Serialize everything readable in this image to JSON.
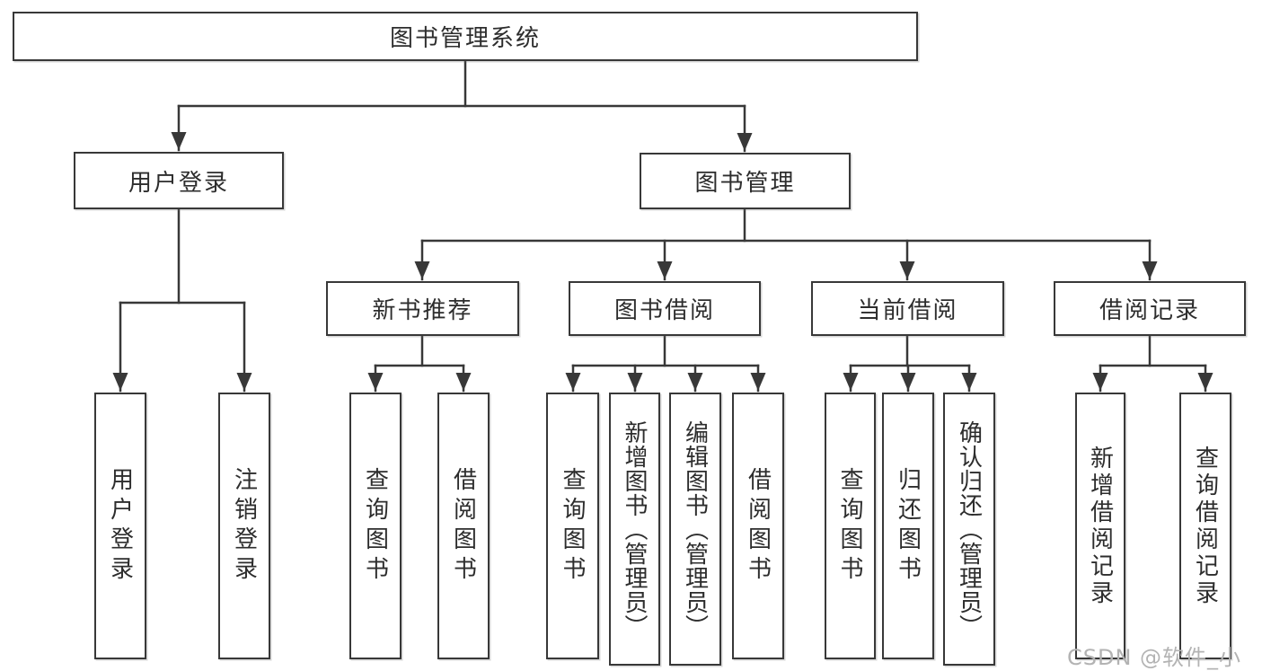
{
  "diagram": {
    "root": "图书管理系统",
    "branches": [
      {
        "label": "用户登录",
        "children": [
          "用户登录",
          "注销登录"
        ]
      },
      {
        "label": "图书管理",
        "groups": [
          {
            "label": "新书推荐",
            "children": [
              "查询图书",
              "借阅图书"
            ]
          },
          {
            "label": "图书借阅",
            "children": [
              "查询图书",
              "新增图书（管理员）",
              "编辑图书（管理员）",
              "借阅图书"
            ]
          },
          {
            "label": "当前借阅",
            "children": [
              "查询图书",
              "归还图书",
              "确认归还（管理员）"
            ]
          },
          {
            "label": "借阅记录",
            "children": [
              "新增借阅记录",
              "查询借阅记录"
            ]
          }
        ]
      }
    ]
  },
  "watermark": {
    "text": "CSDN @软件_小贺同学"
  },
  "colors": {
    "line": "#383838",
    "text": "#2d2d2d",
    "background": "#ffffff",
    "watermark": "#b3b3b3"
  }
}
